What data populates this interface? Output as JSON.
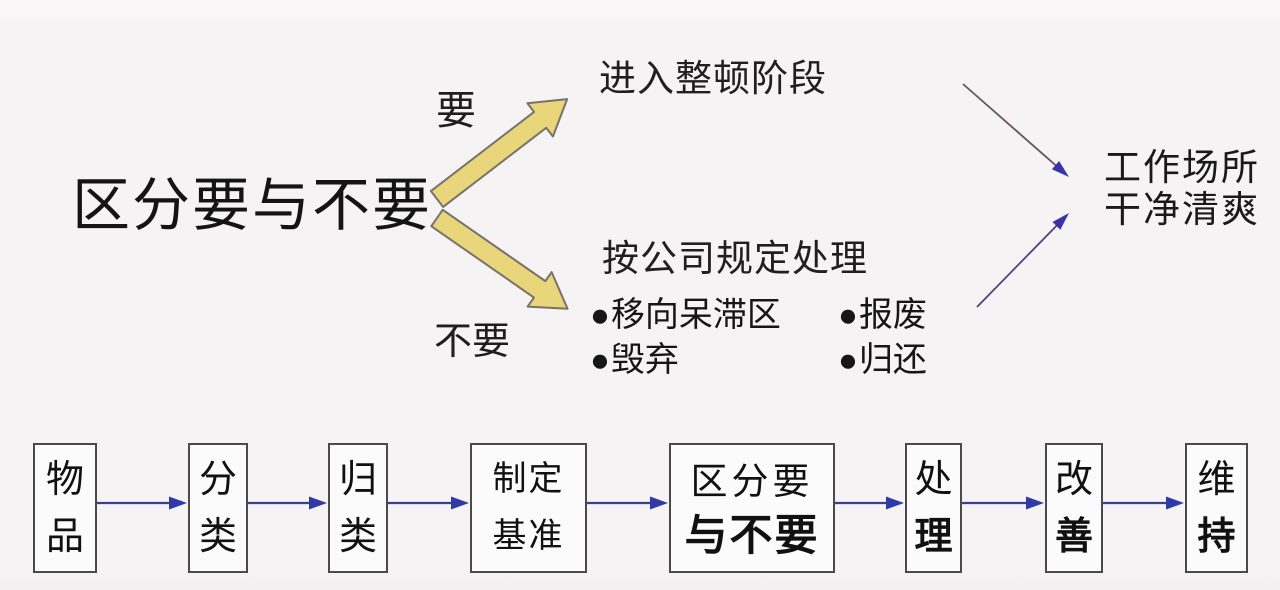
{
  "decision": {
    "title": "区分要与不要",
    "yes_label": "要",
    "no_label": "不要",
    "yes_result": "进入整顿阶段",
    "no_result": "按公司规定处理",
    "bullet_glyph": "●",
    "no_bullets": [
      "移向呆滞区",
      "报废",
      "毁弃",
      "归还"
    ],
    "outcome_line1": "工作场所",
    "outcome_line2": "干净清爽"
  },
  "flow": {
    "steps": [
      {
        "line1": "物",
        "line2": "品"
      },
      {
        "line1": "分",
        "line2": "类"
      },
      {
        "line1": "归",
        "line2": "类"
      },
      {
        "line1": "制定",
        "line2": "基准"
      },
      {
        "line1": "区分要",
        "line2": "与不要"
      },
      {
        "line1": "处",
        "line2": "理"
      },
      {
        "line1": "改",
        "line2": "善"
      },
      {
        "line1": "维",
        "line2": "持"
      }
    ]
  },
  "colors": {
    "background": "#f5f3f4",
    "yellow_arrow_fill": "#e9d67a",
    "yellow_arrow_stroke": "#78726a",
    "thin_arrow_line_upper": "#6b5360",
    "thin_arrow_line_lower": "#4c4575",
    "thin_arrow_head": "#3a33a8",
    "flow_arrow_line": "#3a3f8e",
    "flow_arrow_head": "#2f3aa6",
    "box_border": "#4a4a4a",
    "text": "#1b1b1b"
  }
}
